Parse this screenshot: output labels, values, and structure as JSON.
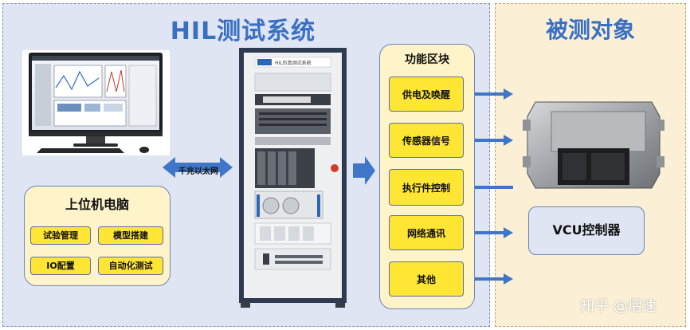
{
  "hil_system": {
    "title": "HIL测试系统",
    "host_pc": {
      "title": "上位机电脑",
      "tags": [
        "试验管理",
        "模型搭建",
        "IO配置",
        "自动化测试"
      ]
    },
    "network_label": "千兆以太网",
    "cabinet_label": "HIL仿真测试系统",
    "functions": {
      "title": "功能区块",
      "items": [
        "供电及唤醒",
        "传感器信号",
        "执行件控制",
        "网络通讯",
        "其他"
      ]
    }
  },
  "dut": {
    "title": "被测对象",
    "vcu_label": "VCU控制器"
  },
  "watermark": "知乎 @熠速",
  "colors": {
    "title_blue": "#3a70c4",
    "arrow_blue": "#3f76c8",
    "hil_bg": "#dfe5f3",
    "dut_bg": "#fbf0d6",
    "tag_yellow": "#ffe534",
    "box_cream": "#fff3c9"
  }
}
